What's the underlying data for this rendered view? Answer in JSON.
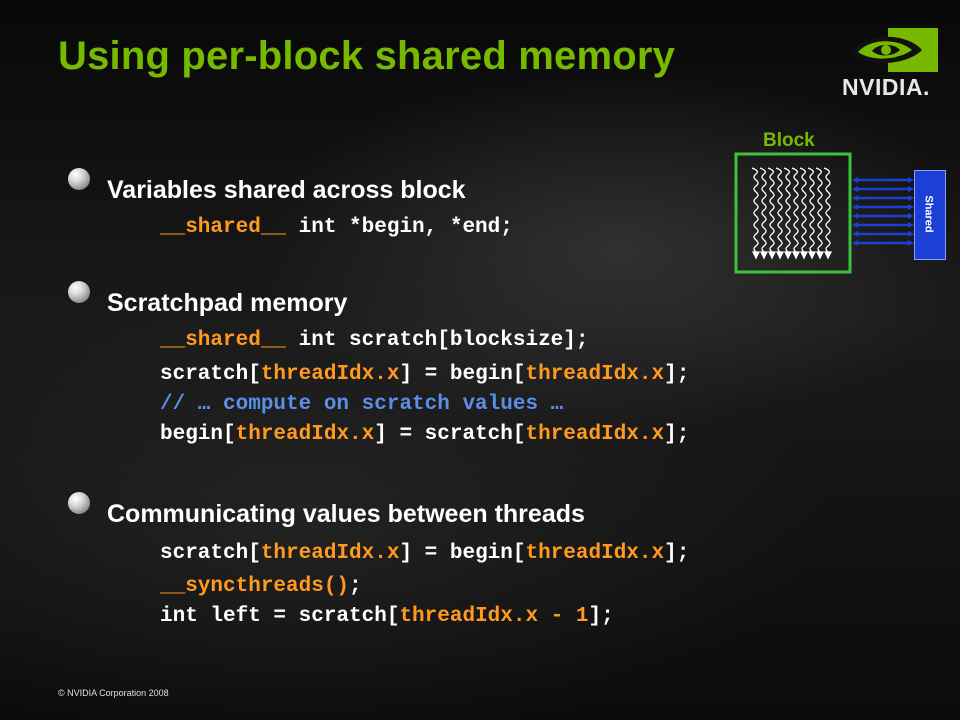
{
  "slide": {
    "title": "Using per-block shared memory",
    "copyright": "© NVIDIA Corporation 2008"
  },
  "logo": {
    "wordmark": "NVIDIA.",
    "icon": "nvidia-eye-icon",
    "color": "#76b900"
  },
  "diagram": {
    "block_label": "Block",
    "shared_label": "Shared",
    "thread_count": 10,
    "colors": {
      "block_border": "#3ec13e",
      "shared_fill": "#1c3fd6",
      "arrows": "#1c3fd6"
    }
  },
  "sections": [
    {
      "heading": "Variables shared across block",
      "lines": [
        [
          {
            "t": "__shared__",
            "c": "kw"
          },
          {
            "t": " int *begin, *end;",
            "c": ""
          }
        ]
      ]
    },
    {
      "heading": "Scratchpad memory",
      "lines": [
        [
          {
            "t": "__shared__",
            "c": "kw"
          },
          {
            "t": " int scratch[blocksize];",
            "c": ""
          }
        ],
        [
          {
            "t": "scratch[",
            "c": ""
          },
          {
            "t": "threadIdx.x",
            "c": "kw"
          },
          {
            "t": "] = begin[",
            "c": ""
          },
          {
            "t": "threadIdx.x",
            "c": "kw"
          },
          {
            "t": "];",
            "c": ""
          }
        ],
        [
          {
            "t": "// … compute on scratch values …",
            "c": "cm"
          }
        ],
        [
          {
            "t": "begin[",
            "c": ""
          },
          {
            "t": "threadIdx.x",
            "c": "kw"
          },
          {
            "t": "] = scratch[",
            "c": ""
          },
          {
            "t": "threadIdx.x",
            "c": "kw"
          },
          {
            "t": "];",
            "c": ""
          }
        ]
      ]
    },
    {
      "heading": "Communicating values between threads",
      "lines": [
        [
          {
            "t": "scratch[",
            "c": ""
          },
          {
            "t": "threadIdx.x",
            "c": "kw"
          },
          {
            "t": "] = begin[",
            "c": ""
          },
          {
            "t": "threadIdx.x",
            "c": "kw"
          },
          {
            "t": "];",
            "c": ""
          }
        ],
        [
          {
            "t": "__syncthreads()",
            "c": "kw"
          },
          {
            "t": ";",
            "c": ""
          }
        ],
        [
          {
            "t": "int left = scratch[",
            "c": ""
          },
          {
            "t": "threadIdx.x - 1",
            "c": "kw"
          },
          {
            "t": "];",
            "c": ""
          }
        ]
      ]
    }
  ]
}
